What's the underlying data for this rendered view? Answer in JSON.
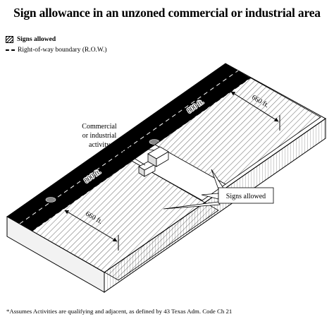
{
  "title": "Sign allowance in an unzoned commercial or industrial area",
  "legend": {
    "signs_allowed": "Signs allowed",
    "row_boundary": "Right-of-way boundary (R.O.W.)"
  },
  "labels": {
    "commercial_line1": "Commercial",
    "commercial_line2": "or industrial",
    "commercial_line3": "activity",
    "dist_800_left": "800 ft.",
    "dist_800_right": "800 ft.",
    "dist_660_left": "660 ft.",
    "dist_660_right": "660 ft.",
    "signs_allowed_callout": "Signs allowed"
  },
  "footnote": "*Assumes Activities are qualifying and adjacent, as defined by 43 Texas Adm. Code Ch 21",
  "colors": {
    "ink": "#000000",
    "paper": "#ffffff",
    "side_face": "#f2f2f2"
  }
}
